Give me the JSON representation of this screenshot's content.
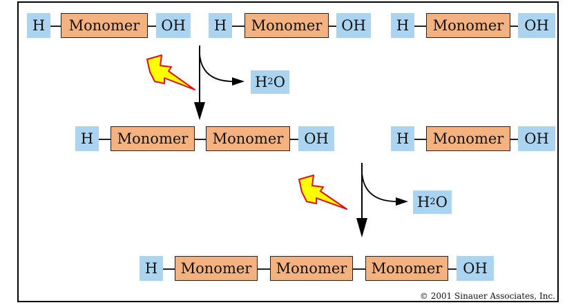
{
  "labels": {
    "h": "H",
    "oh": "OH",
    "monomer": "Monomer",
    "water_main": "H",
    "water_sub": "2",
    "water_end": "O"
  },
  "copyright": "© 2001 Sinauer Associates, Inc.",
  "colors": {
    "cap_fill": "#aad4ef",
    "monomer_fill": "#f3b27f",
    "bolt_fill": "#ffff00",
    "bolt_stroke": "#e01010"
  },
  "icons": [
    "lightning-bolt-icon",
    "arrow-down-icon",
    "arrow-right-icon"
  ]
}
